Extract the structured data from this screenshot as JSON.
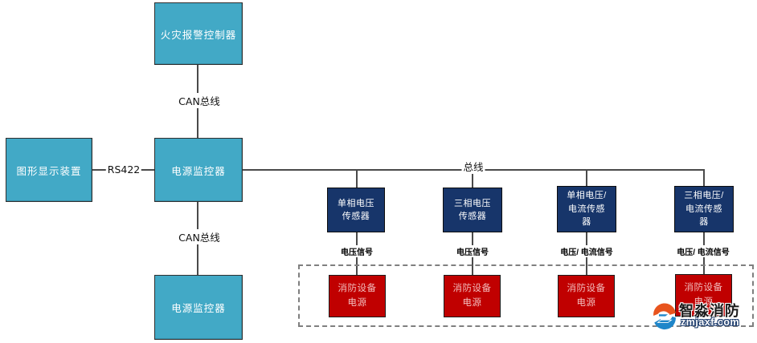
{
  "diagram": {
    "title_none": "",
    "colors": {
      "teal_node": "#42a9c6",
      "navy_sensor": "#17356a",
      "red_psu": "#c00000",
      "psu_text": "#f2bdbd",
      "line": "#4a4a4a",
      "dashed_border": "#7f7f7f",
      "background": "#ffffff"
    },
    "nodes": {
      "fire_alarm_controller": {
        "label": "火灾报警控制器"
      },
      "graphic_display": {
        "label": "图形显示装置"
      },
      "power_monitor_mid": {
        "label": "电源监控器"
      },
      "power_monitor_bottom": {
        "label": "电源监控器"
      }
    },
    "links": {
      "can_bus_top": "CAN总线",
      "rs422": "RS422",
      "can_bus_bottom": "CAN总线",
      "main_bus": "总线"
    },
    "sensors": [
      {
        "label": "单相电压\n传感器",
        "signal": "电压信号"
      },
      {
        "label": "三相电压\n传感器",
        "signal": "电压信号"
      },
      {
        "label": "单相电压/\n电流传感\n器",
        "signal": "电压/ 电流信号"
      },
      {
        "label": "三相电压/\n电流传感\n器",
        "signal": "电压/ 电流信号"
      }
    ],
    "power_supplies": [
      {
        "label": "消防设备\n电源"
      },
      {
        "label": "消防设备\n电源"
      },
      {
        "label": "消防设备\n电源"
      },
      {
        "label": "消防设备\n电源"
      }
    ],
    "watermark": {
      "brand": "智淼消防",
      "site": "zmjaxf.com"
    }
  }
}
